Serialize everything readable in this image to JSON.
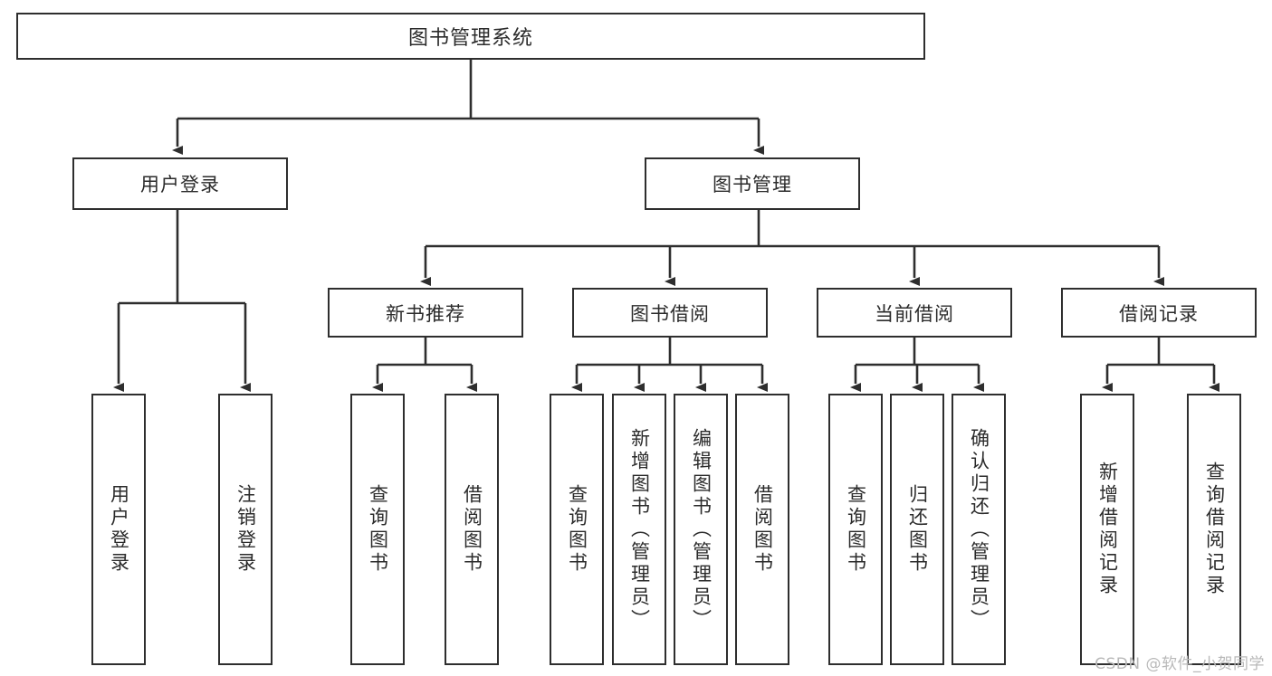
{
  "diagram": {
    "title": "图书管理系统",
    "type": "tree",
    "watermark": "CSDN @软件_小贺同学",
    "colors": {
      "stroke": "#2e2e2e",
      "fill": "#ffffff",
      "text": "#2b2b2b",
      "watermark": "#b9b9b9",
      "background": "#ffffff"
    },
    "root": {
      "label": "图书管理系统"
    },
    "level2": [
      {
        "id": "user-login",
        "label": "用户登录"
      },
      {
        "id": "book-manage",
        "label": "图书管理"
      }
    ],
    "level3": [
      {
        "id": "new-book-rec",
        "label": "新书推荐"
      },
      {
        "id": "book-borrow",
        "label": "图书借阅"
      },
      {
        "id": "current-borrow",
        "label": "当前借阅"
      },
      {
        "id": "borrow-record",
        "label": "借阅记录"
      }
    ],
    "leaves": {
      "user_login": [
        {
          "id": "leaf-user-login",
          "label": "用户登录"
        },
        {
          "id": "leaf-user-logout",
          "label": "注销登录"
        }
      ],
      "new_book_rec": [
        {
          "id": "leaf-query-book-1",
          "label": "查询图书"
        },
        {
          "id": "leaf-borrow-book-1",
          "label": "借阅图书"
        }
      ],
      "book_borrow": [
        {
          "id": "leaf-query-book-2",
          "label": "查询图书"
        },
        {
          "id": "leaf-add-book",
          "label": "新增图书（管理员）"
        },
        {
          "id": "leaf-edit-book",
          "label": "编辑图书（管理员）"
        },
        {
          "id": "leaf-borrow-book-2",
          "label": "借阅图书"
        }
      ],
      "current_borrow": [
        {
          "id": "leaf-query-book-3",
          "label": "查询图书"
        },
        {
          "id": "leaf-return-book",
          "label": "归还图书"
        },
        {
          "id": "leaf-confirm-return",
          "label": "确认归还（管理员）"
        }
      ],
      "borrow_record": [
        {
          "id": "leaf-add-record",
          "label": "新增借阅记录"
        },
        {
          "id": "leaf-query-record",
          "label": "查询借阅记录"
        }
      ]
    }
  }
}
